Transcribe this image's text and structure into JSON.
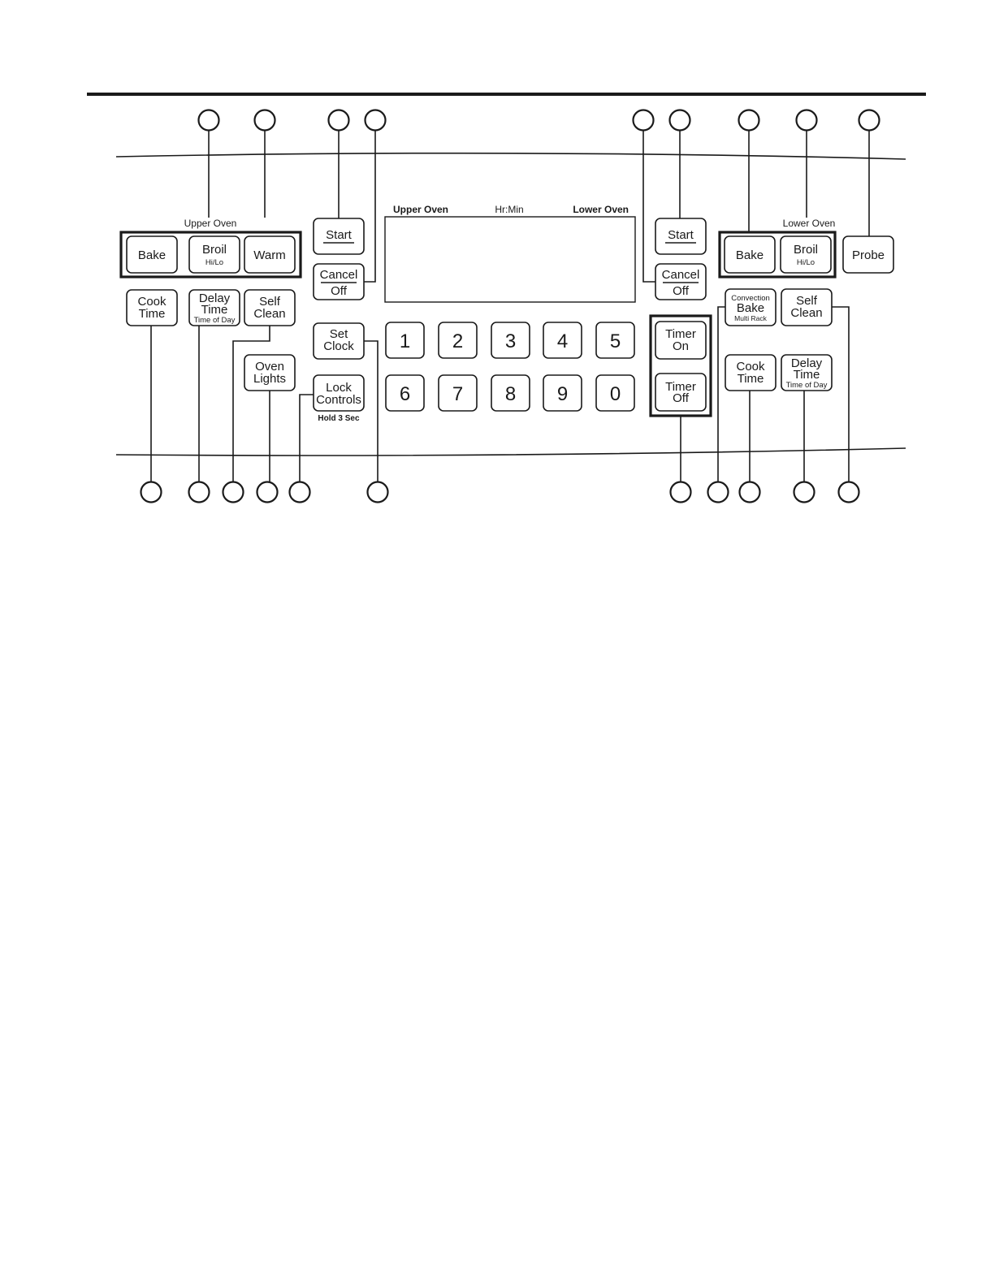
{
  "display": {
    "upper_oven": "Upper Oven",
    "hr_min": "Hr:Min",
    "lower_oven": "Lower Oven"
  },
  "upper_group_label": "Upper Oven",
  "lower_group_label": "Lower Oven",
  "buttons": {
    "upper_bake": "Bake",
    "upper_broil": "Broil",
    "upper_broil_sub": "Hi/Lo",
    "upper_warm": "Warm",
    "upper_cook_time_1": "Cook",
    "upper_cook_time_2": "Time",
    "upper_delay_time_1": "Delay",
    "upper_delay_time_2": "Time",
    "upper_delay_time_sub": "Time of Day",
    "upper_self_clean_1": "Self",
    "upper_self_clean_2": "Clean",
    "oven_lights_1": "Oven",
    "oven_lights_2": "Lights",
    "start_left": "Start",
    "cancel_left_1": "Cancel",
    "cancel_left_2": "Off",
    "set_clock_1": "Set",
    "set_clock_2": "Clock",
    "lock_controls_1": "Lock",
    "lock_controls_2": "Controls",
    "lock_controls_hint": "Hold 3 Sec",
    "start_right": "Start",
    "cancel_right_1": "Cancel",
    "cancel_right_2": "Off",
    "timer_on_1": "Timer",
    "timer_on_2": "On",
    "timer_off_1": "Timer",
    "timer_off_2": "Off",
    "lower_bake": "Bake",
    "lower_broil": "Broil",
    "lower_broil_sub": "Hi/Lo",
    "probe": "Probe",
    "convection_1": "Convection",
    "convection_2": "Bake",
    "convection_3": "Multi Rack",
    "lower_self_clean_1": "Self",
    "lower_self_clean_2": "Clean",
    "lower_cook_time_1": "Cook",
    "lower_cook_time_2": "Time",
    "lower_delay_time_1": "Delay",
    "lower_delay_time_2": "Time",
    "lower_delay_time_sub": "Time of Day"
  },
  "keypad": [
    "1",
    "2",
    "3",
    "4",
    "5",
    "6",
    "7",
    "8",
    "9",
    "0"
  ]
}
